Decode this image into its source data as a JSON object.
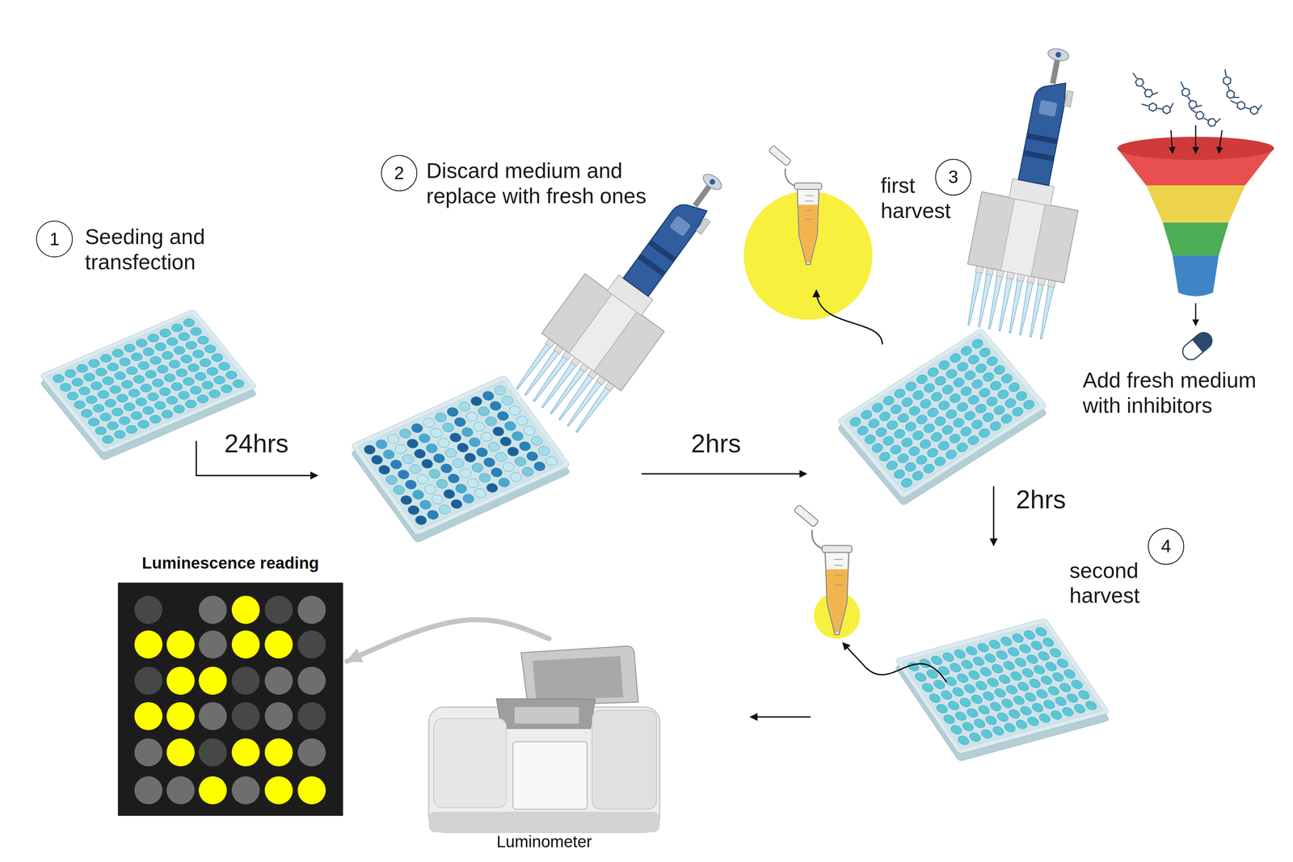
{
  "diagram": {
    "nodes": [
      {
        "text": [
          "1"
        ]
      },
      {
        "text": [
          "2"
        ]
      },
      {
        "text": [
          "3"
        ]
      },
      {
        "text": [
          "4"
        ]
      },
      {
        "text": [
          "Luminescence reading"
        ]
      },
      {
        "text": [
          "Luminometer"
        ]
      }
    ],
    "edges": [
      {
        "from": 5,
        "to": 4,
        "arrow": "to"
      }
    ],
    "labels": [
      "Seeding and transfection",
      "24hrs",
      "Discard medium and replace with fresh ones",
      "2hrs",
      "first harvest",
      "Add fresh medium with inhibitors",
      "2hrs",
      "second harvest"
    ]
  }
}
